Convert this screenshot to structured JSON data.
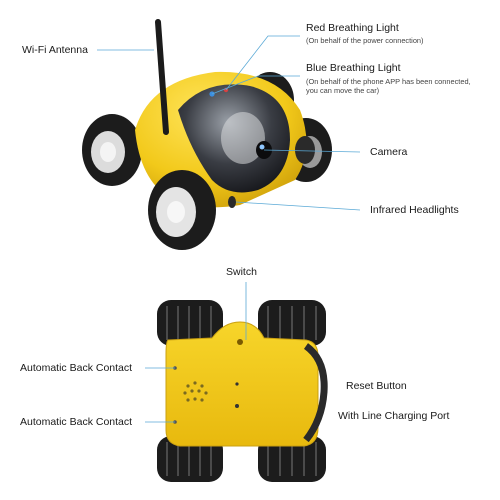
{
  "top": {
    "wifi_antenna": "Wi-Fi Antenna",
    "red_light": {
      "title": "Red Breathing Light",
      "note": "(On behalf of the power connection)"
    },
    "blue_light": {
      "title": "Blue Breathing Light",
      "note_line1": "(On behalf of the phone APP has been connected,",
      "note_line2": "you can move the car)"
    },
    "camera": "Camera",
    "infrared": "Infrared Headlights"
  },
  "bottom": {
    "switch": "Switch",
    "contact_upper": "Automatic Back Contact",
    "contact_lower": "Automatic Back Contact",
    "reset": "Reset Button",
    "charging": "With Line Charging Port"
  },
  "colors": {
    "body_yellow": "#f2cc1a",
    "tire": "#1c1c1c",
    "rim": "#e9e9e9",
    "line": "#5aa9d6"
  }
}
